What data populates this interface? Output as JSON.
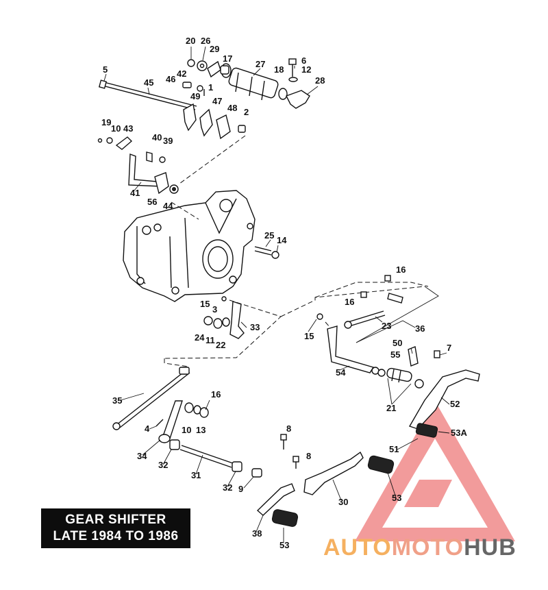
{
  "title": {
    "line1": "GEAR SHIFTER",
    "line2": "LATE 1984 TO 1986"
  },
  "watermark": {
    "part1": "AUTO",
    "part2": "MOTO",
    "part3": "HUB",
    "colors": {
      "auto": "#f5b060",
      "moto": "#f0a088",
      "hub": "#666666",
      "logo": "#e84a4a"
    }
  },
  "callouts": {
    "c1": "1",
    "c2": "2",
    "c3": "3",
    "c4": "4",
    "c5": "5",
    "c6": "6",
    "c7": "7",
    "c8a": "8",
    "c8b": "8",
    "c9": "9",
    "c10a": "10",
    "c10b": "10",
    "c11": "11",
    "c12": "12",
    "c13": "13",
    "c14": "14",
    "c15a": "15",
    "c15b": "15",
    "c16a": "16",
    "c16b": "16",
    "c16c": "16",
    "c17": "17",
    "c18": "18",
    "c19": "19",
    "c20": "20",
    "c21": "21",
    "c22": "22",
    "c23": "23",
    "c24": "24",
    "c25": "25",
    "c26": "26",
    "c27": "27",
    "c28": "28",
    "c29": "29",
    "c30": "30",
    "c31": "31",
    "c32a": "32",
    "c32b": "32",
    "c33": "33",
    "c34": "34",
    "c35": "35",
    "c36": "36",
    "c38": "38",
    "c39": "39",
    "c40": "40",
    "c41": "41",
    "c42": "42",
    "c43": "43",
    "c44": "44",
    "c45": "45",
    "c46": "46",
    "c47": "47",
    "c48": "48",
    "c49": "49",
    "c50": "50",
    "c51": "51",
    "c52": "52",
    "c53a": "53A",
    "c53b": "53",
    "c53c": "53",
    "c54": "54",
    "c55": "55",
    "c56": "56"
  }
}
